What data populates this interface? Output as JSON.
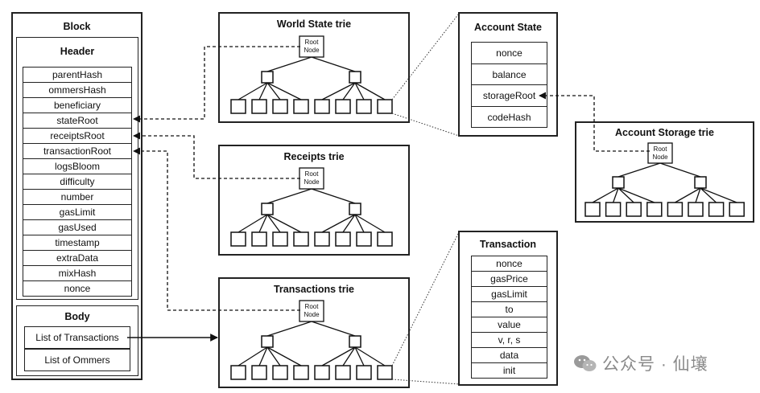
{
  "block": {
    "title": "Block",
    "header": {
      "title": "Header",
      "fields": [
        "parentHash",
        "ommersHash",
        "beneficiary",
        "stateRoot",
        "receiptsRoot",
        "transactionRoot",
        "logsBloom",
        "difficulty",
        "number",
        "gasLimit",
        "gasUsed",
        "timestamp",
        "extraData",
        "mixHash",
        "nonce"
      ]
    },
    "body": {
      "title": "Body",
      "fields": [
        "List of Transactions",
        "List of Ommers"
      ]
    }
  },
  "tries": {
    "world": {
      "title": "World State trie",
      "root": [
        "Root",
        "Node"
      ]
    },
    "receipts": {
      "title": "Receipts trie",
      "root": [
        "Root",
        "Node"
      ]
    },
    "transactions": {
      "title": "Transactions trie",
      "root": [
        "Root",
        "Node"
      ]
    },
    "storage": {
      "title": "Account Storage trie",
      "root": [
        "Root",
        "Node"
      ]
    }
  },
  "account_state": {
    "title": "Account State",
    "fields": [
      "nonce",
      "balance",
      "storageRoot",
      "codeHash"
    ]
  },
  "transaction": {
    "title": "Transaction",
    "fields": [
      "nonce",
      "gasPrice",
      "gasLimit",
      "to",
      "value",
      "v, r, s",
      "data",
      "init"
    ]
  },
  "watermark": {
    "text": "公众号 · 仙壤",
    "icon": "wechat-icon"
  }
}
